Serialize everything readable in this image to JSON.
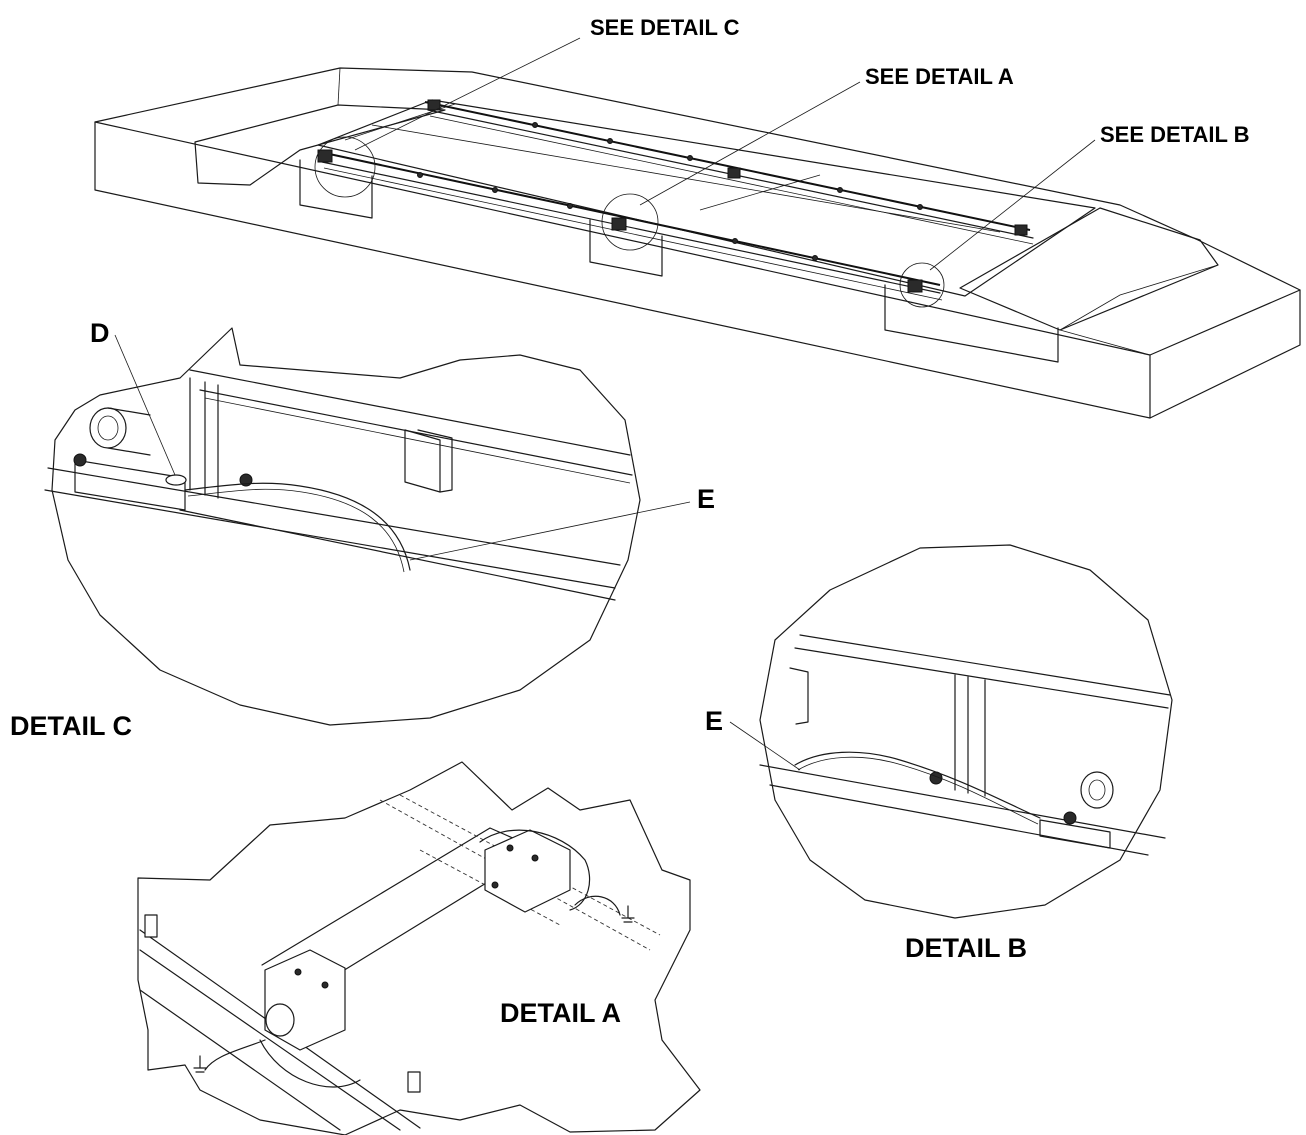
{
  "callouts": {
    "see_detail_c": "SEE DETAIL C",
    "see_detail_a": "SEE DETAIL A",
    "see_detail_b": "SEE DETAIL B"
  },
  "details": {
    "c_title": "DETAIL C",
    "b_title": "DETAIL B",
    "a_title": "DETAIL A"
  },
  "markers": {
    "d": "D",
    "e_in_c": "E",
    "e_in_b": "E"
  }
}
